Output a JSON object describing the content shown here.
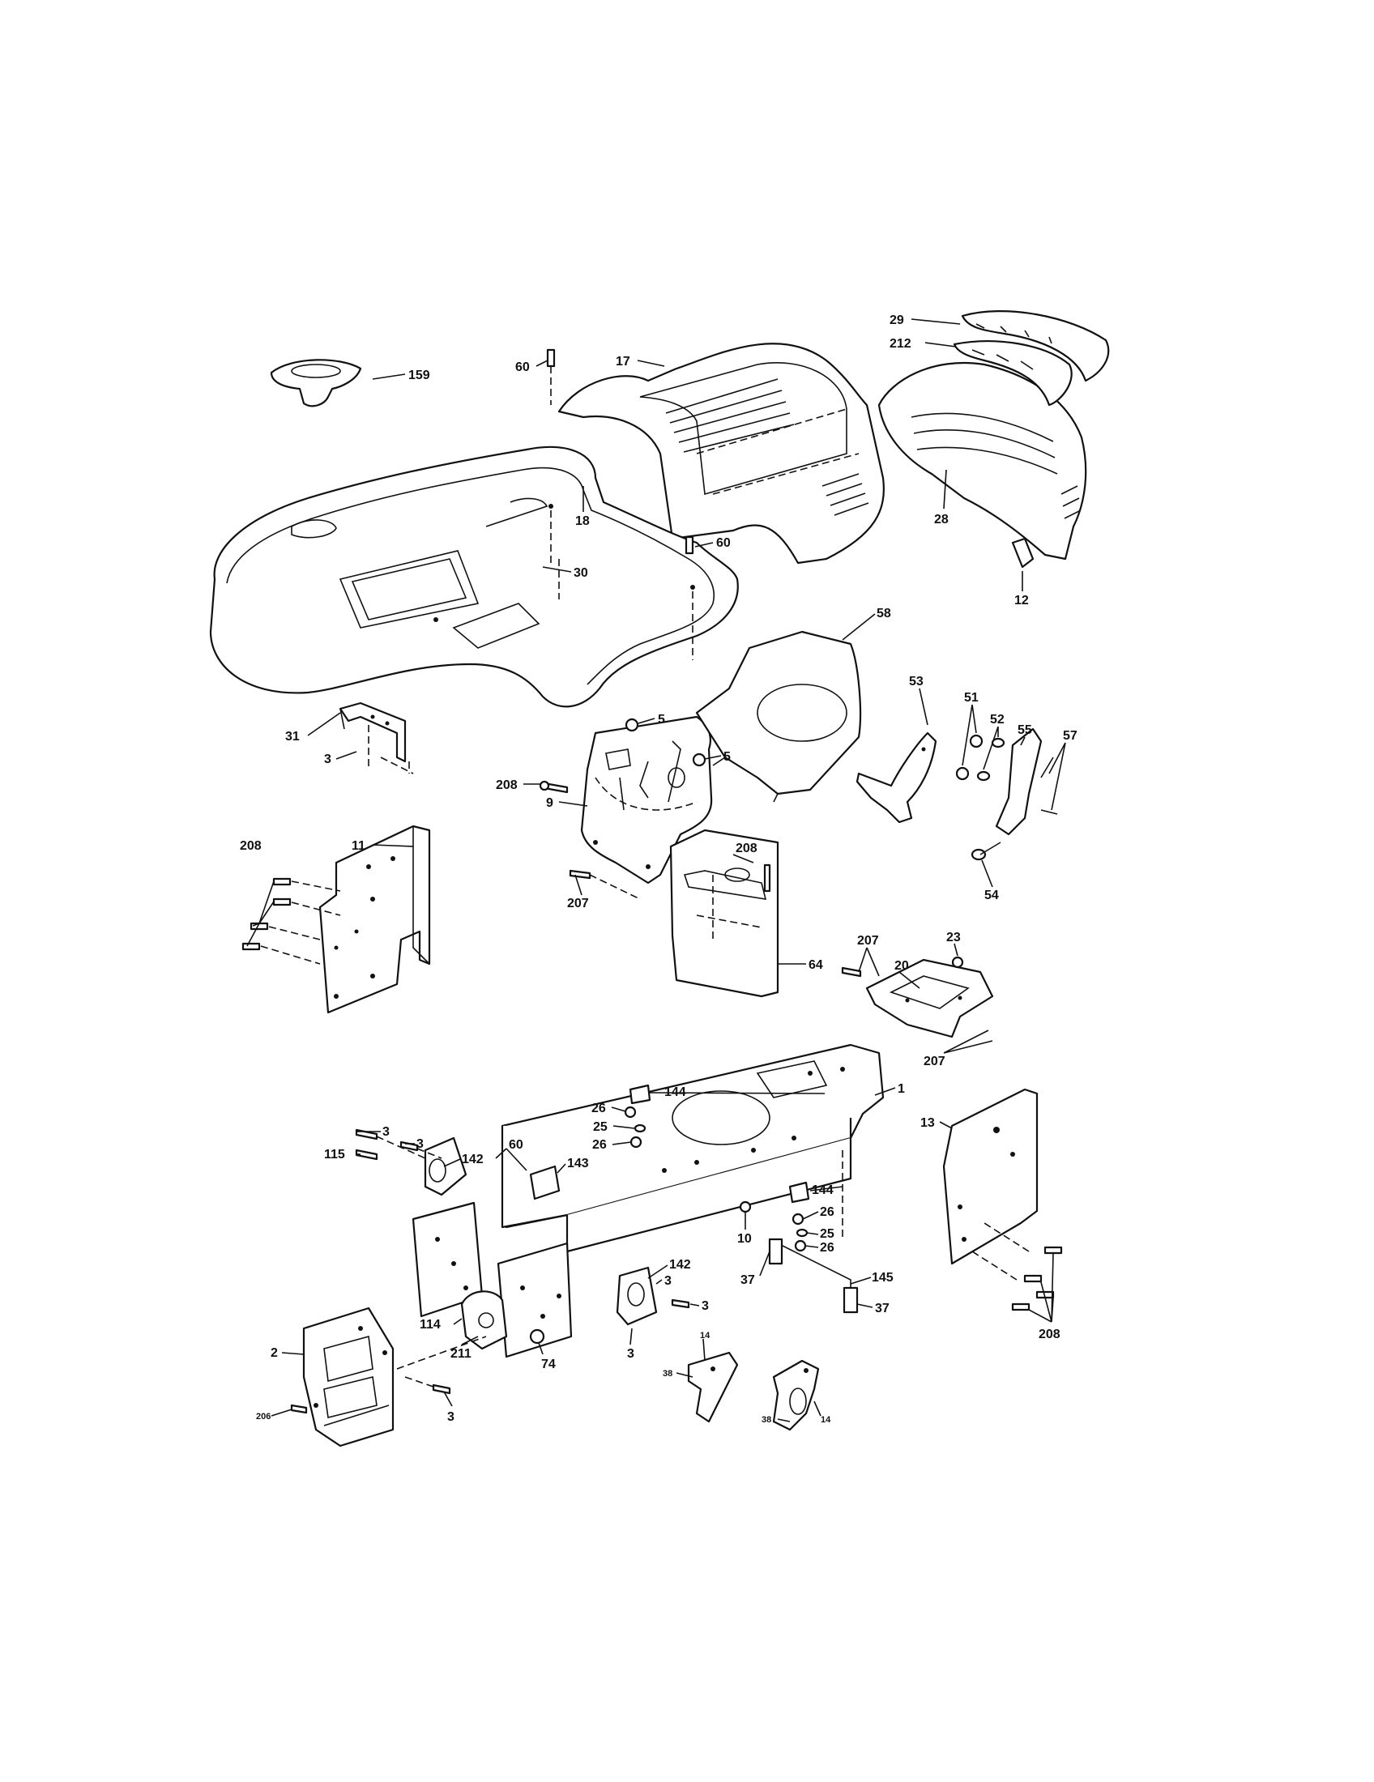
{
  "labels": [
    {
      "id": "l29",
      "text": "29"
    },
    {
      "id": "l212",
      "text": "212"
    },
    {
      "id": "l17",
      "text": "17"
    },
    {
      "id": "l60a",
      "text": "60"
    },
    {
      "id": "l159",
      "text": "159"
    },
    {
      "id": "l18",
      "text": "18"
    },
    {
      "id": "l28",
      "text": "28"
    },
    {
      "id": "l60b",
      "text": "60"
    },
    {
      "id": "l30",
      "text": "30"
    },
    {
      "id": "l12",
      "text": "12"
    },
    {
      "id": "l58",
      "text": "58"
    },
    {
      "id": "l53",
      "text": "53"
    },
    {
      "id": "l51",
      "text": "51"
    },
    {
      "id": "l52",
      "text": "52"
    },
    {
      "id": "l55",
      "text": "55"
    },
    {
      "id": "l57",
      "text": "57"
    },
    {
      "id": "l5a",
      "text": "5"
    },
    {
      "id": "l5b",
      "text": "5"
    },
    {
      "id": "l31",
      "text": "31"
    },
    {
      "id": "l3a",
      "text": "3"
    },
    {
      "id": "l208a",
      "text": "208"
    },
    {
      "id": "l9",
      "text": "9"
    },
    {
      "id": "l208b",
      "text": "208"
    },
    {
      "id": "l11",
      "text": "11"
    },
    {
      "id": "l208c",
      "text": "208"
    },
    {
      "id": "l207a",
      "text": "207"
    },
    {
      "id": "l64",
      "text": "64"
    },
    {
      "id": "l54",
      "text": "54"
    },
    {
      "id": "l207b",
      "text": "207"
    },
    {
      "id": "l20",
      "text": "20"
    },
    {
      "id": "l23",
      "text": "23"
    },
    {
      "id": "l207c",
      "text": "207"
    },
    {
      "id": "l1",
      "text": "1"
    },
    {
      "id": "l144a",
      "text": "144"
    },
    {
      "id": "l13",
      "text": "13"
    },
    {
      "id": "l26a",
      "text": "26"
    },
    {
      "id": "l25a",
      "text": "25"
    },
    {
      "id": "l26b",
      "text": "26"
    },
    {
      "id": "l3b",
      "text": "3"
    },
    {
      "id": "l3c",
      "text": "3"
    },
    {
      "id": "l60c",
      "text": "60"
    },
    {
      "id": "l142a",
      "text": "142"
    },
    {
      "id": "l143",
      "text": "143"
    },
    {
      "id": "l115",
      "text": "115"
    },
    {
      "id": "l144b",
      "text": "144"
    },
    {
      "id": "l26c",
      "text": "26"
    },
    {
      "id": "l10",
      "text": "10"
    },
    {
      "id": "l25b",
      "text": "25"
    },
    {
      "id": "l26d",
      "text": "26"
    },
    {
      "id": "l142b",
      "text": "142"
    },
    {
      "id": "l37a",
      "text": "37"
    },
    {
      "id": "l145",
      "text": "145"
    },
    {
      "id": "l3d",
      "text": "3"
    },
    {
      "id": "l114",
      "text": "114"
    },
    {
      "id": "l3e",
      "text": "3"
    },
    {
      "id": "l37b",
      "text": "37"
    },
    {
      "id": "l211",
      "text": "211"
    },
    {
      "id": "l3f",
      "text": "3"
    },
    {
      "id": "l208d",
      "text": "208"
    },
    {
      "id": "l2",
      "text": "2"
    },
    {
      "id": "l74",
      "text": "74"
    },
    {
      "id": "l14a",
      "text": "14"
    },
    {
      "id": "l38a",
      "text": "38"
    },
    {
      "id": "l206",
      "text": "206"
    },
    {
      "id": "l3g",
      "text": "3"
    },
    {
      "id": "l38b",
      "text": "38"
    },
    {
      "id": "l14b",
      "text": "14"
    }
  ]
}
